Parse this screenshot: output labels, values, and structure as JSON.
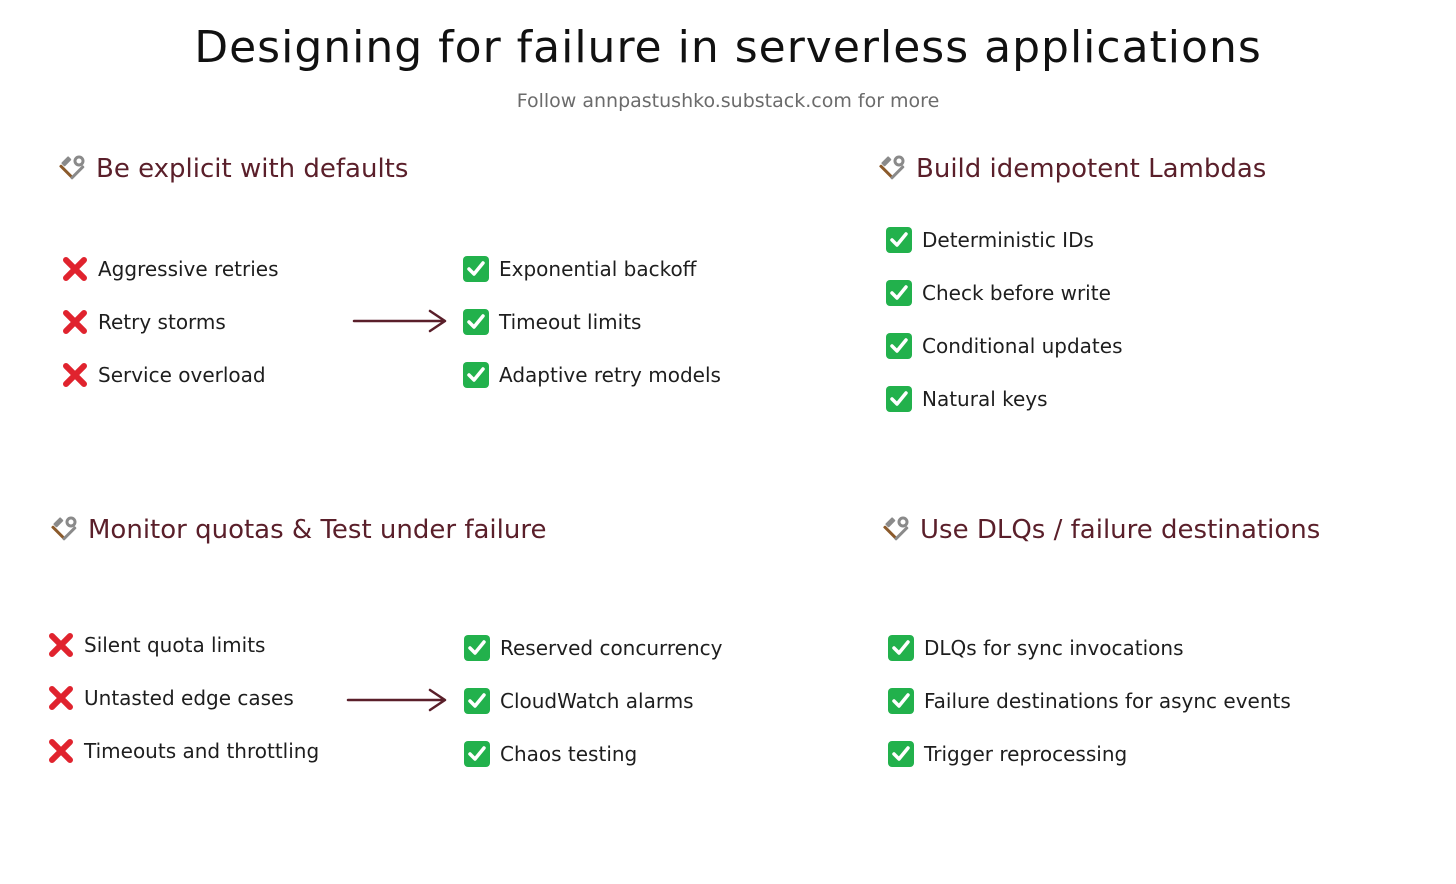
{
  "header": {
    "title": "Designing for failure in serverless applications",
    "subtitle": "Follow annpastushko.substack.com for more"
  },
  "sections": [
    {
      "title": "Be explicit with defaults",
      "icon": "hammer-wrench-icon",
      "bad": [
        "Aggressive retries",
        "Retry storms",
        "Service overload"
      ],
      "good": [
        "Exponential backoff",
        "Timeout limits",
        "Adaptive retry models"
      ]
    },
    {
      "title": "Build idempotent Lambdas",
      "icon": "hammer-wrench-icon",
      "good": [
        "Deterministic IDs",
        "Check before write",
        "Conditional updates",
        "Natural keys"
      ]
    },
    {
      "title": "Monitor quotas & Test under failure",
      "icon": "hammer-wrench-icon",
      "bad": [
        "Silent quota limits",
        "Untasted edge cases",
        "Timeouts and throttling"
      ],
      "good": [
        "Reserved concurrency",
        "CloudWatch alarms",
        "Chaos testing"
      ]
    },
    {
      "title": "Use DLQs / failure destinations",
      "icon": "hammer-wrench-icon",
      "good": [
        "DLQs for sync invocations",
        "Failure destinations for async events",
        "Trigger reprocessing"
      ]
    }
  ],
  "colors": {
    "section_title": "#5a1f2a",
    "cross": "#e0232e",
    "check": "#22b14c",
    "arrow": "#5a1f2a"
  }
}
